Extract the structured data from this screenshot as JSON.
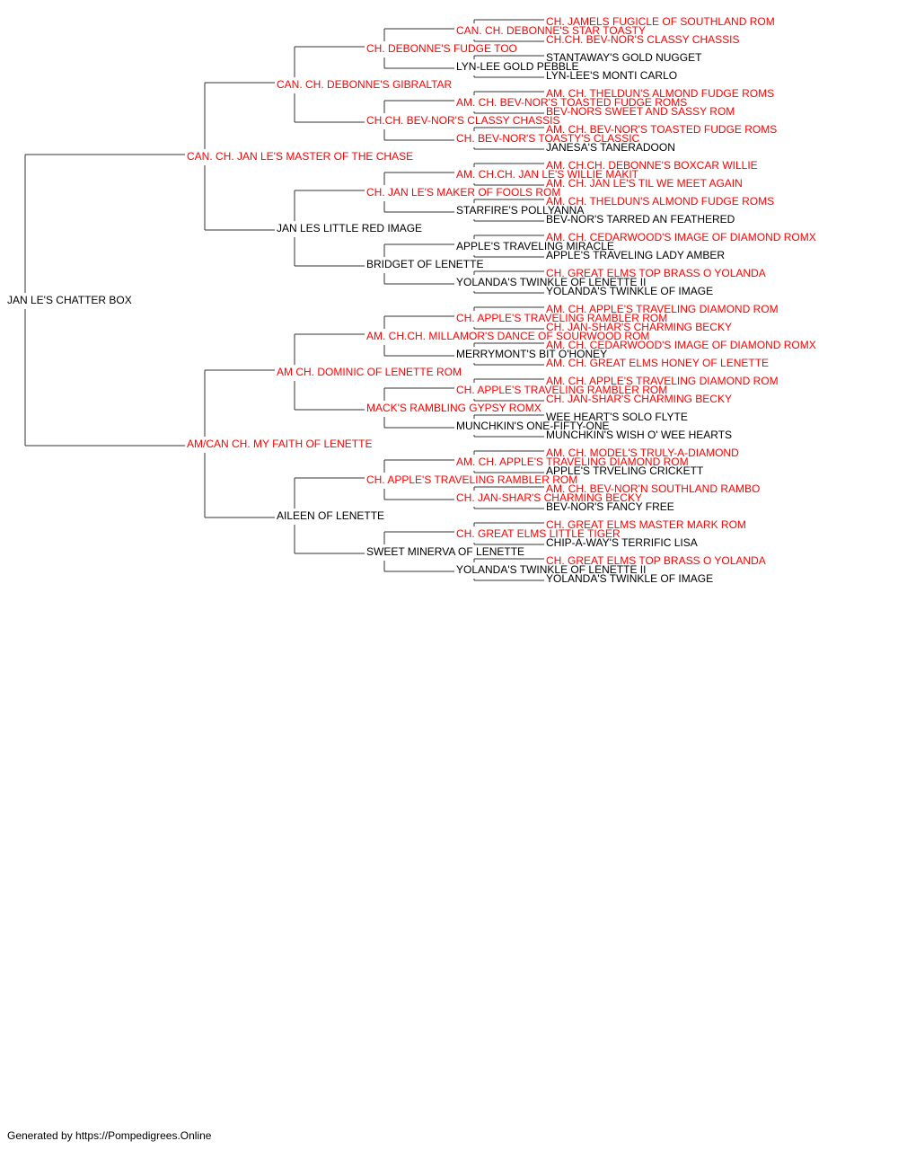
{
  "colors": {
    "champion": "#ff0000",
    "regular": "#000000",
    "line": "#333333"
  },
  "footer": "Generated by https://Pompedigrees.Online",
  "pedigree": {
    "name": "JAN LE'S CHATTER BOX",
    "ch": false,
    "sire": {
      "name": "CAN. CH. JAN LE'S MASTER OF THE CHASE",
      "ch": true,
      "sire": {
        "name": "CAN. CH. DEBONNE'S GIBRALTAR",
        "ch": true,
        "sire": {
          "name": "CH. DEBONNE'S FUDGE TOO",
          "ch": true,
          "sire": {
            "name": "CAN. CH. DEBONNE'S STAR TOASTY",
            "ch": true,
            "sire": {
              "name": "CH. JAMELS FUGICLE OF SOUTHLAND ROM",
              "ch": true
            },
            "dam": {
              "name": "CH.CH. BEV-NOR'S CLASSY CHASSIS",
              "ch": true
            }
          },
          "dam": {
            "name": "LYN-LEE GOLD PEBBLE",
            "ch": false,
            "sire": {
              "name": "STANTAWAY'S GOLD NUGGET",
              "ch": false
            },
            "dam": {
              "name": "LYN-LEE'S MONTI CARLO",
              "ch": false
            }
          }
        },
        "dam": {
          "name": "CH.CH. BEV-NOR'S CLASSY CHASSIS",
          "ch": true,
          "sire": {
            "name": "AM. CH. BEV-NOR'S TOASTED FUDGE ROMS",
            "ch": true,
            "sire": {
              "name": "AM. CH. THELDUN'S ALMOND FUDGE ROMS",
              "ch": true
            },
            "dam": {
              "name": "BEV-NORS SWEET AND SASSY ROM",
              "ch": true
            }
          },
          "dam": {
            "name": "CH. BEV-NOR'S TOASTY'S CLASSIC",
            "ch": true,
            "sire": {
              "name": "AM. CH. BEV-NOR'S TOASTED FUDGE ROMS",
              "ch": true
            },
            "dam": {
              "name": "JANESA'S TANERADOON",
              "ch": false
            }
          }
        }
      },
      "dam": {
        "name": "JAN LES LITTLE RED IMAGE",
        "ch": false,
        "sire": {
          "name": "CH. JAN LE'S MAKER OF FOOLS ROM",
          "ch": true,
          "sire": {
            "name": "AM. CH.CH. JAN LE'S WILLIE MAKIT",
            "ch": true,
            "sire": {
              "name": "AM. CH.CH. DEBONNE'S BOXCAR WILLIE",
              "ch": true
            },
            "dam": {
              "name": "AM. CH. JAN LE'S TIL WE MEET AGAIN",
              "ch": true
            }
          },
          "dam": {
            "name": "STARFIRE'S POLLYANNA",
            "ch": false,
            "sire": {
              "name": "AM. CH. THELDUN'S ALMOND FUDGE ROMS",
              "ch": true
            },
            "dam": {
              "name": "BEV-NOR'S TARRED AN FEATHERED",
              "ch": false
            }
          }
        },
        "dam": {
          "name": "BRIDGET OF LENETTE",
          "ch": false,
          "sire": {
            "name": "APPLE'S TRAVELING MIRACLE",
            "ch": false,
            "sire": {
              "name": "AM. CH. CEDARWOOD'S IMAGE OF DIAMOND ROMX",
              "ch": true
            },
            "dam": {
              "name": "APPLE'S TRAVELING LADY AMBER",
              "ch": false
            }
          },
          "dam": {
            "name": "YOLANDA'S TWINKLE OF LENETTE II",
            "ch": false,
            "sire": {
              "name": "CH. GREAT ELMS TOP BRASS O YOLANDA",
              "ch": true
            },
            "dam": {
              "name": "YOLANDA'S TWINKLE OF IMAGE",
              "ch": false
            }
          }
        }
      }
    },
    "dam": {
      "name": "AM/CAN CH. MY FAITH OF LENETTE",
      "ch": true,
      "sire": {
        "name": "AM CH. DOMINIC OF LENETTE ROM",
        "ch": true,
        "sire": {
          "name": "AM. CH.CH. MILLAMOR'S DANCE OF SOURWOOD ROM",
          "ch": true,
          "sire": {
            "name": "CH. APPLE'S TRAVELING RAMBLER ROM",
            "ch": true,
            "sire": {
              "name": "AM. CH. APPLE'S TRAVELING DIAMOND ROM",
              "ch": true
            },
            "dam": {
              "name": "CH. JAN-SHAR'S CHARMING BECKY",
              "ch": true
            }
          },
          "dam": {
            "name": "MERRYMONT'S BIT O'HONEY",
            "ch": false,
            "sire": {
              "name": "AM. CH. CEDARWOOD'S IMAGE OF DIAMOND ROMX",
              "ch": true
            },
            "dam": {
              "name": "AM. CH. GREAT ELMS HONEY OF LENETTE",
              "ch": true
            }
          }
        },
        "dam": {
          "name": "MACK'S RAMBLING GYPSY ROMX",
          "ch": true,
          "sire": {
            "name": "CH. APPLE'S TRAVELING RAMBLER ROM",
            "ch": true,
            "sire": {
              "name": "AM. CH. APPLE'S TRAVELING DIAMOND ROM",
              "ch": true
            },
            "dam": {
              "name": "CH. JAN-SHAR'S CHARMING BECKY",
              "ch": true
            }
          },
          "dam": {
            "name": "MUNCHKIN'S ONE-FIFTY-ONE",
            "ch": false,
            "sire": {
              "name": "WEE HEART'S SOLO FLYTE",
              "ch": false
            },
            "dam": {
              "name": "MUNCHKIN'S WISH O' WEE HEARTS",
              "ch": false
            }
          }
        }
      },
      "dam": {
        "name": "AILEEN OF LENETTE",
        "ch": false,
        "sire": {
          "name": "CH. APPLE'S TRAVELING RAMBLER ROM",
          "ch": true,
          "sire": {
            "name": "AM. CH. APPLE'S TRAVELING DIAMOND ROM",
            "ch": true,
            "sire": {
              "name": "AM. CH. MODEL'S TRULY-A-DIAMOND",
              "ch": true
            },
            "dam": {
              "name": "APPLE'S TRVELING CRICKETT",
              "ch": false
            }
          },
          "dam": {
            "name": "CH. JAN-SHAR'S CHARMING BECKY",
            "ch": true,
            "sire": {
              "name": "AM. CH. BEV-NOR'N SOUTHLAND RAMBO",
              "ch": true
            },
            "dam": {
              "name": "BEV-NOR'S FANCY FREE",
              "ch": false
            }
          }
        },
        "dam": {
          "name": "SWEET MINERVA OF LENETTE",
          "ch": false,
          "sire": {
            "name": "CH. GREAT ELMS LITTLE TIGER",
            "ch": true,
            "sire": {
              "name": "CH. GREAT ELMS MASTER MARK ROM",
              "ch": true
            },
            "dam": {
              "name": "CHIP-A-WAY'S TERRIFIC LISA",
              "ch": false
            }
          },
          "dam": {
            "name": "YOLANDA'S TWINKLE OF LENETTE II",
            "ch": false,
            "sire": {
              "name": "CH. GREAT ELMS TOP BRASS O YOLANDA",
              "ch": true
            },
            "dam": {
              "name": "YOLANDA'S TWINKLE OF IMAGE",
              "ch": false
            }
          }
        }
      }
    }
  }
}
